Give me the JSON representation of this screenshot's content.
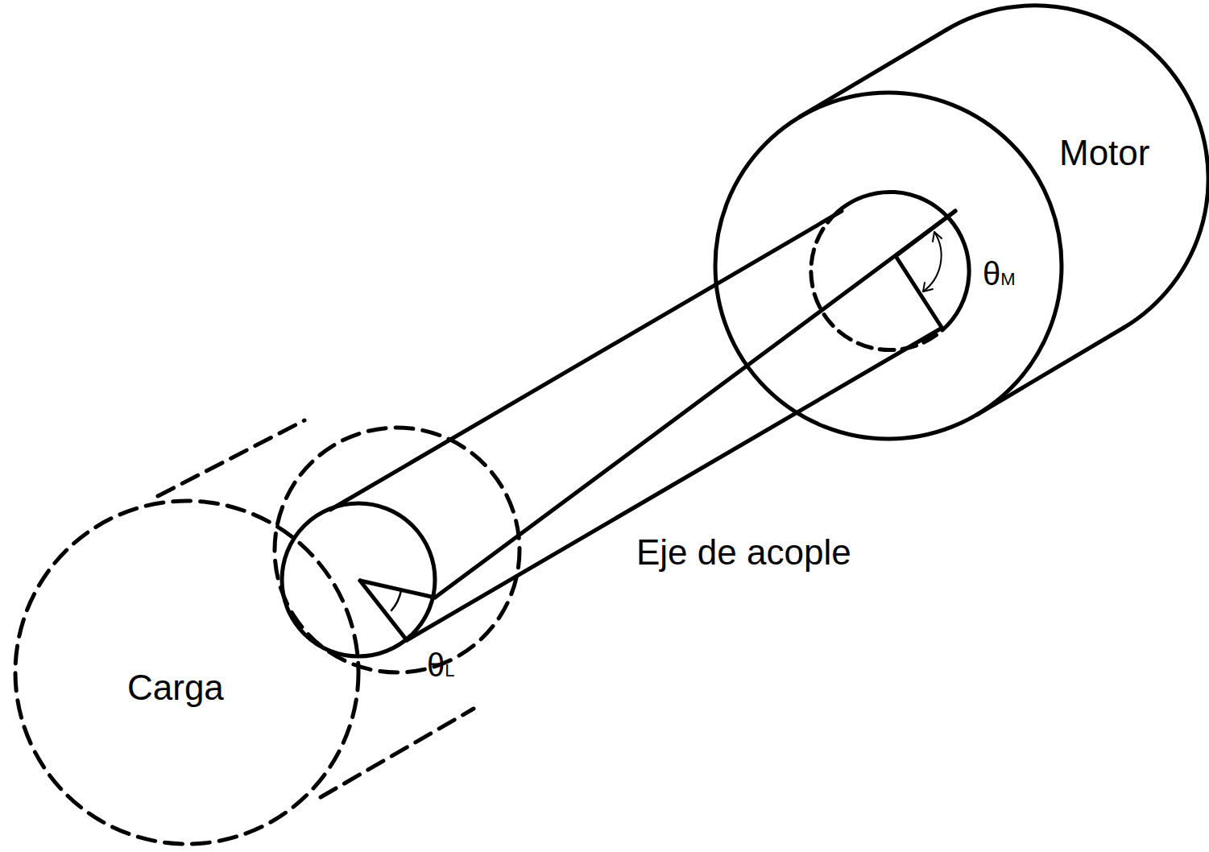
{
  "diagram": {
    "labels": [
      "Motor",
      "θM",
      "Eje de acople",
      "Carga",
      "θL"
    ]
  }
}
